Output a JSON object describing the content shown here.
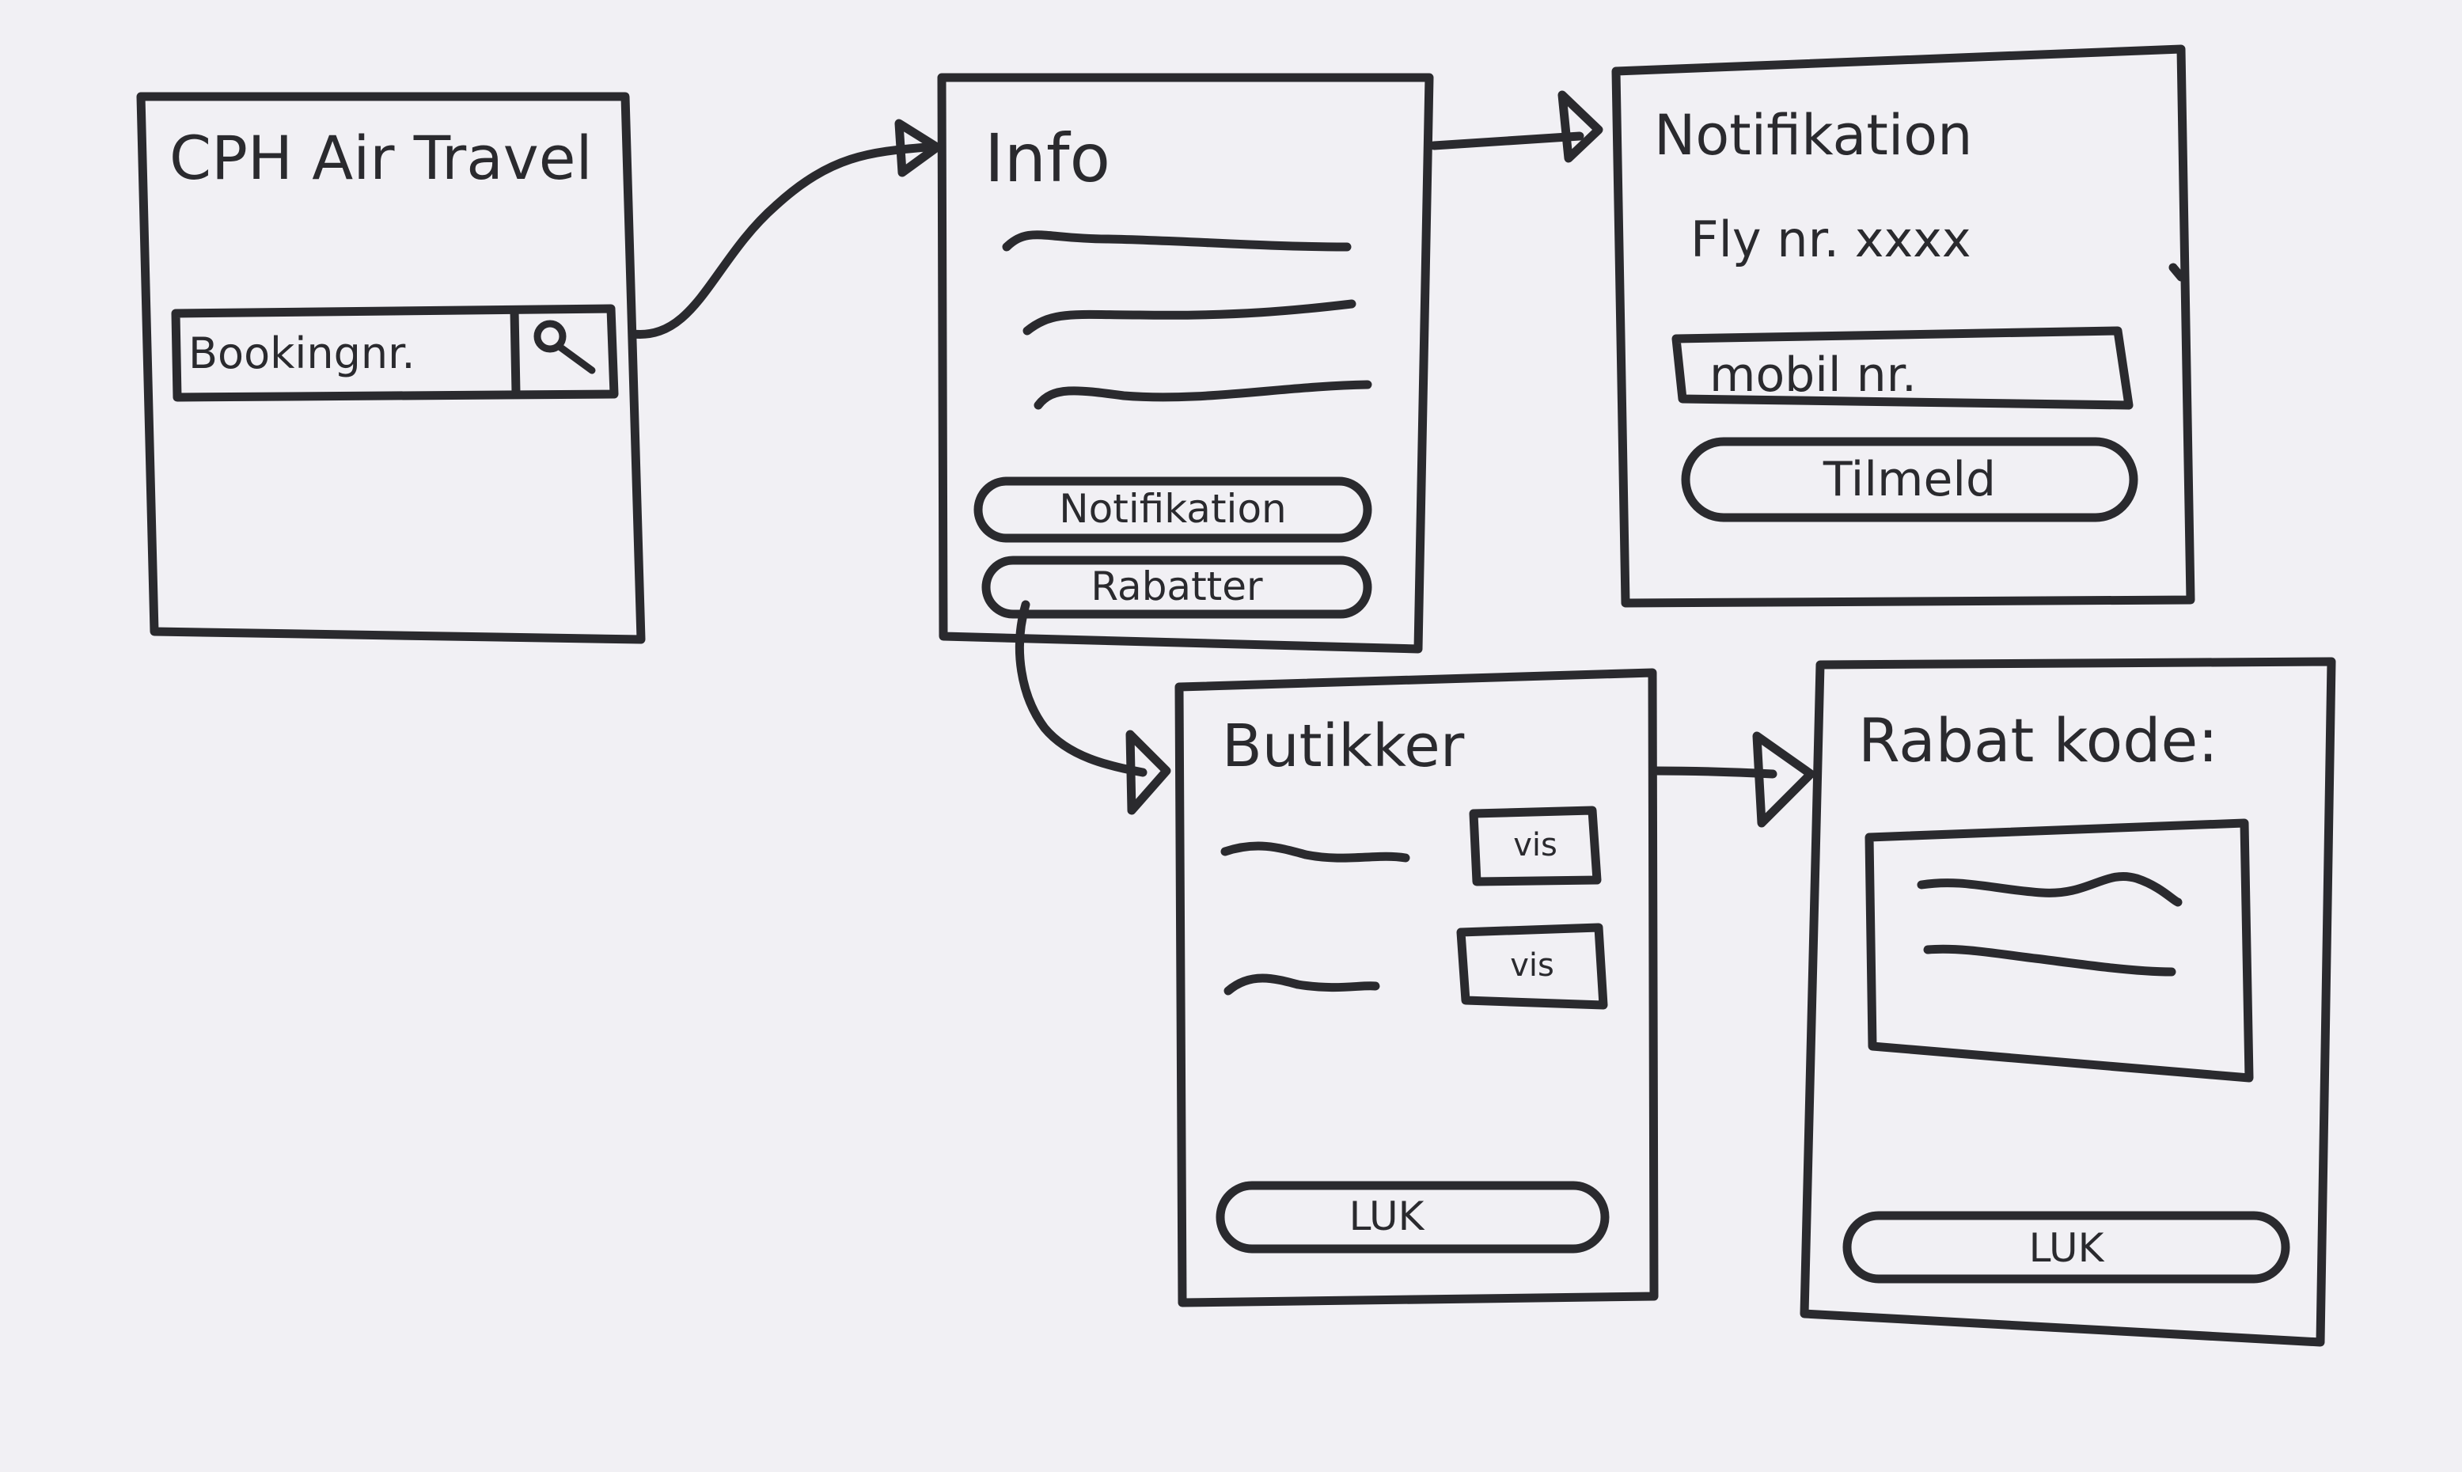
{
  "screens": {
    "start": {
      "title": "CPH Air Travel",
      "search_placeholder": "Bookingnr.",
      "search_icon": "search-icon"
    },
    "info": {
      "title": "Info",
      "notification_button": "Notifikation",
      "discounts_button": "Rabatter"
    },
    "notification": {
      "title": "Notifikation",
      "flight_label": "Fly nr. xxxx",
      "mobile_placeholder": "mobil nr.",
      "subscribe_button": "Tilmeld"
    },
    "stores": {
      "title": "Butikker",
      "rows": [
        {
          "button": "vis"
        },
        {
          "button": "vis"
        }
      ],
      "close_button": "LUK"
    },
    "code": {
      "title": "Rabat kode:",
      "close_button": "LUK"
    }
  },
  "colors": {
    "ink": "#2a2a2e",
    "paper": "#f1f0f4"
  }
}
